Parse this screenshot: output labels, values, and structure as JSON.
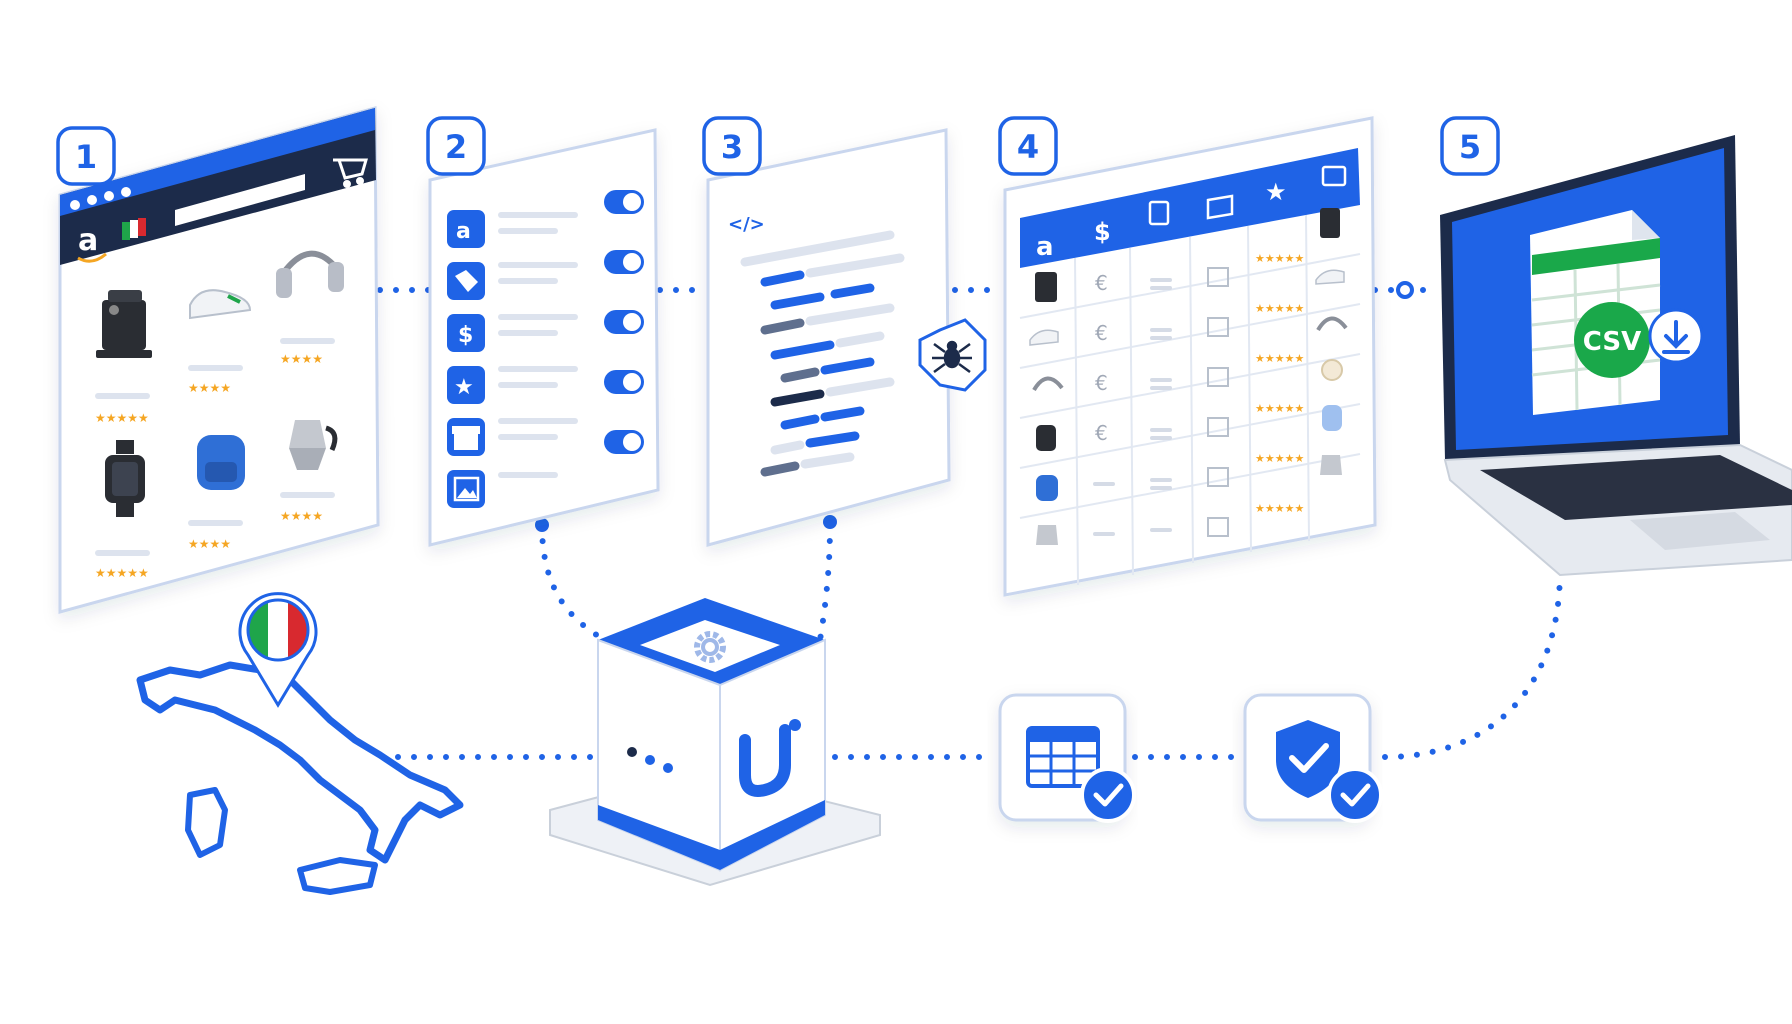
{
  "steps": [
    {
      "number": "1"
    },
    {
      "number": "2"
    },
    {
      "number": "3"
    },
    {
      "number": "4"
    },
    {
      "number": "5"
    }
  ],
  "code_panel": {
    "tag": "</>"
  },
  "table_panel": {
    "currency_symbols": [
      "€",
      "€",
      "€",
      "€"
    ]
  },
  "sidebar_icons": {
    "dollar": "$"
  },
  "header_icons": {
    "dollar": "$"
  },
  "csv_badge": {
    "label": "CSV"
  },
  "colors": {
    "primary": "#1f63e6",
    "navy": "#1c2b4a",
    "green": "#1aa84a",
    "flag_green": "#1fa54a",
    "flag_red": "#d8292f",
    "star": "#f5a623",
    "panel_border": "#c9d6ee",
    "gray_line": "#dde3ee"
  },
  "icons": {
    "amazon": "amazon-logo-icon",
    "cart": "cart-icon",
    "spider": "spider-icon",
    "gear": "gear-icon",
    "shield": "shield-check-icon",
    "download": "download-icon",
    "check": "check-icon"
  }
}
